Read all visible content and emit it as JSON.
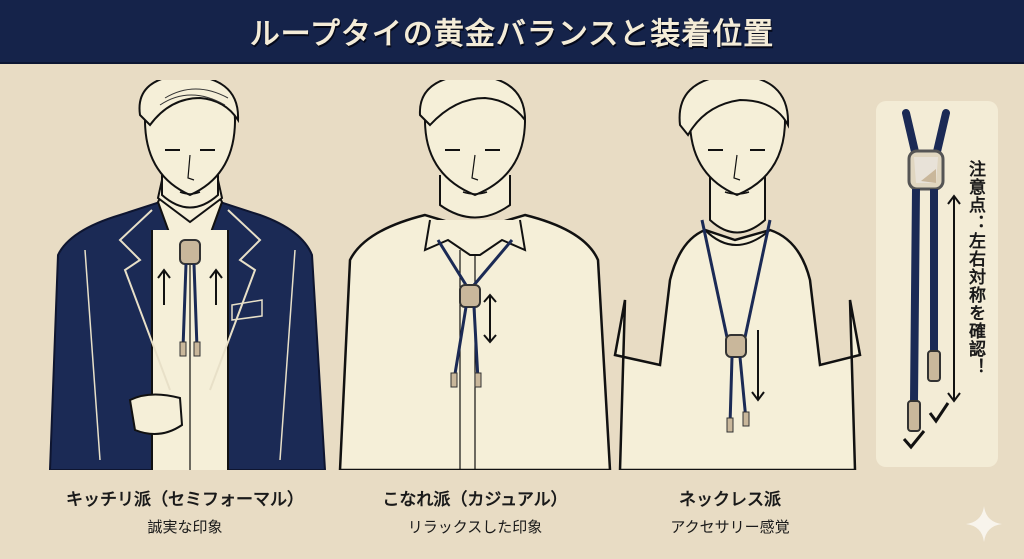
{
  "header": {
    "title": "ループタイの黄金バランスと装着位置"
  },
  "styles": [
    {
      "title": "キッチリ派（セミフォーマル）",
      "subtitle": "誠実な印象",
      "outfit": "navy-jacket-with-shirt",
      "position": "high",
      "arrow": "up-arrows"
    },
    {
      "title": "こなれ派（カジュアル）",
      "subtitle": "リラックスした印象",
      "outfit": "open-collar-shirt",
      "position": "middle",
      "arrow": "up-down-arrow"
    },
    {
      "title": "ネックレス派",
      "subtitle": "アクセサリー感覚",
      "outfit": "t-shirt",
      "position": "low",
      "arrow": "down-arrow"
    }
  ],
  "side_panel": {
    "note": "注意点：左右対称を確認！",
    "icons": [
      "bolo-tie-icon",
      "check-icon",
      "check-icon",
      "double-arrow-icon"
    ]
  },
  "colors": {
    "header_bg": "#15234a",
    "header_text": "#f4ecd8",
    "page_bg": "#e8dcc4",
    "navy": "#1b2a55",
    "cream": "#f5efd8",
    "metal": "#c9b79b"
  }
}
